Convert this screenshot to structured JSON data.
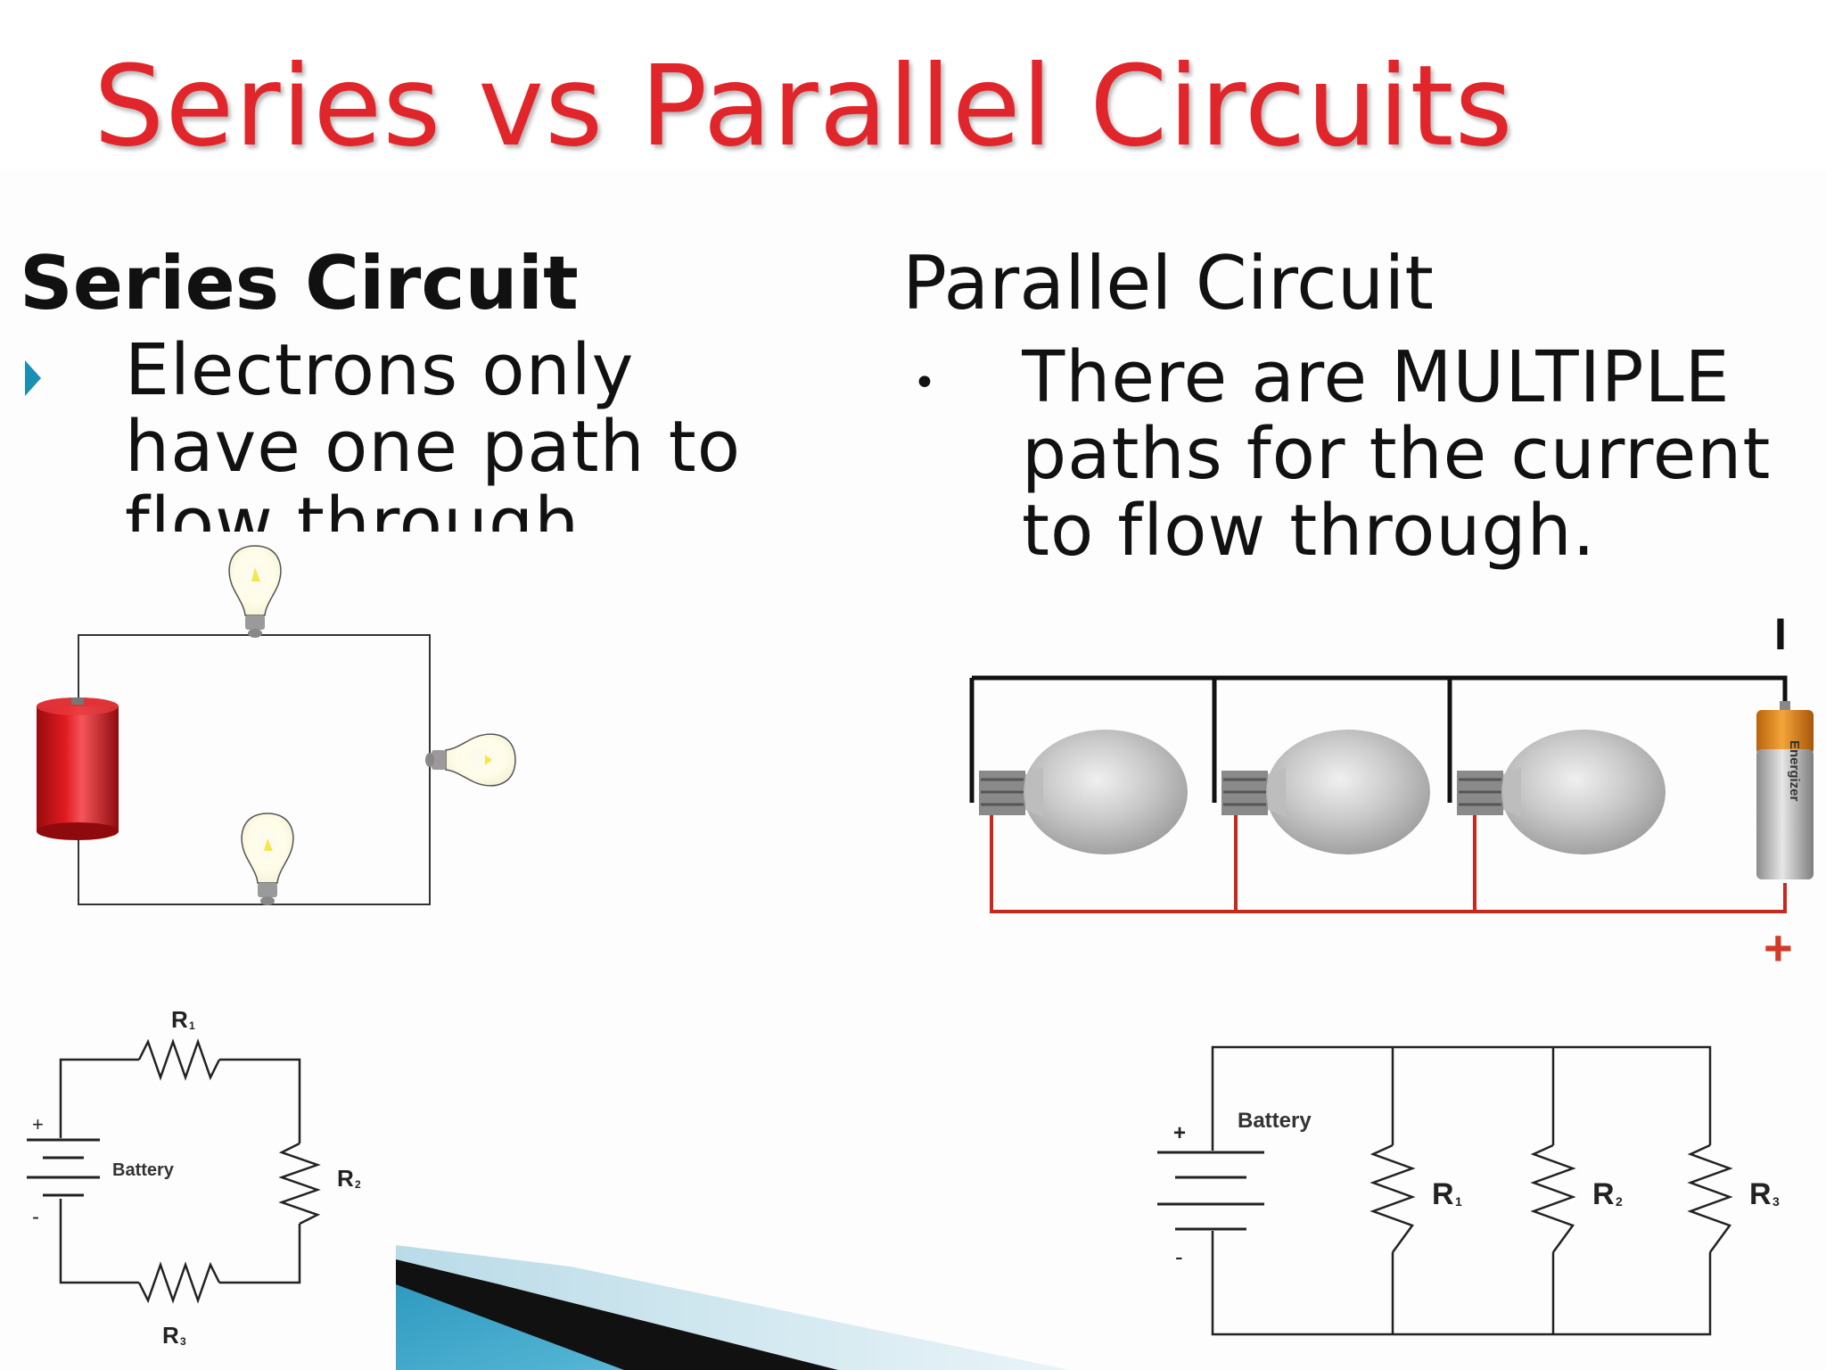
{
  "title": "Series vs Parallel Circuits",
  "series": {
    "heading": "Series Circuit",
    "bullet": "Electrons only have one path to flow through",
    "schematic": {
      "r1": "R",
      "r1_sub": "1",
      "r2": "R",
      "r2_sub": "2",
      "r3": "R",
      "r3_sub": "3",
      "battery": "Battery",
      "plus": "+",
      "minus": "-"
    }
  },
  "parallel": {
    "heading": "Parallel Circuit",
    "bullet_marker": "•",
    "bullet": "There are MULTIPLE paths for the current to flow through.",
    "battery_brand": "Energizer",
    "minus_label": "I",
    "plus_label": "+",
    "schematic": {
      "battery": "Battery",
      "plus": "+",
      "minus": "-",
      "r1": "R",
      "r1_sub": "1",
      "r2": "R",
      "r2_sub": "2",
      "r3": "R",
      "r3_sub": "3"
    }
  },
  "colors": {
    "title": "#e1262b",
    "bullet_arrow": "#1a8fb5",
    "red_wire": "#c8281e",
    "battery_red": "#d9161b",
    "accent_blue": "#3aa6c9"
  }
}
